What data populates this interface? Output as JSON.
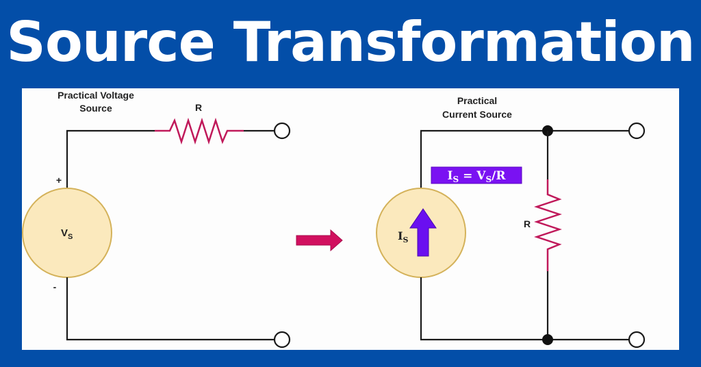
{
  "title": "Source Transformation",
  "colors": {
    "background": "#034ea8",
    "panel": "#fdfdfd",
    "wire": "#1a1a1a",
    "resistor": "#c0195a",
    "source_fill": "#fbe9bd",
    "source_stroke": "#d4b25a",
    "formula_bg": "#7a12f2",
    "arrow_current": "#6a0ff0",
    "transform_arrow": "#d1105f"
  },
  "voltage_circuit": {
    "label_line1": "Practical Voltage",
    "label_line2": "Source",
    "resistor_label": "R",
    "source_label": "V",
    "source_subscript": "S",
    "plus_sign": "+",
    "minus_sign": "-"
  },
  "current_circuit": {
    "label_line1": "Practical",
    "label_line2": "Current Source",
    "resistor_label": "R",
    "source_label": "I",
    "source_subscript": "S",
    "formula": {
      "lhs": "I",
      "lhs_sub": "S",
      "eq": " = ",
      "rhs": "V",
      "rhs_sub": "S",
      "tail": "/R"
    }
  }
}
